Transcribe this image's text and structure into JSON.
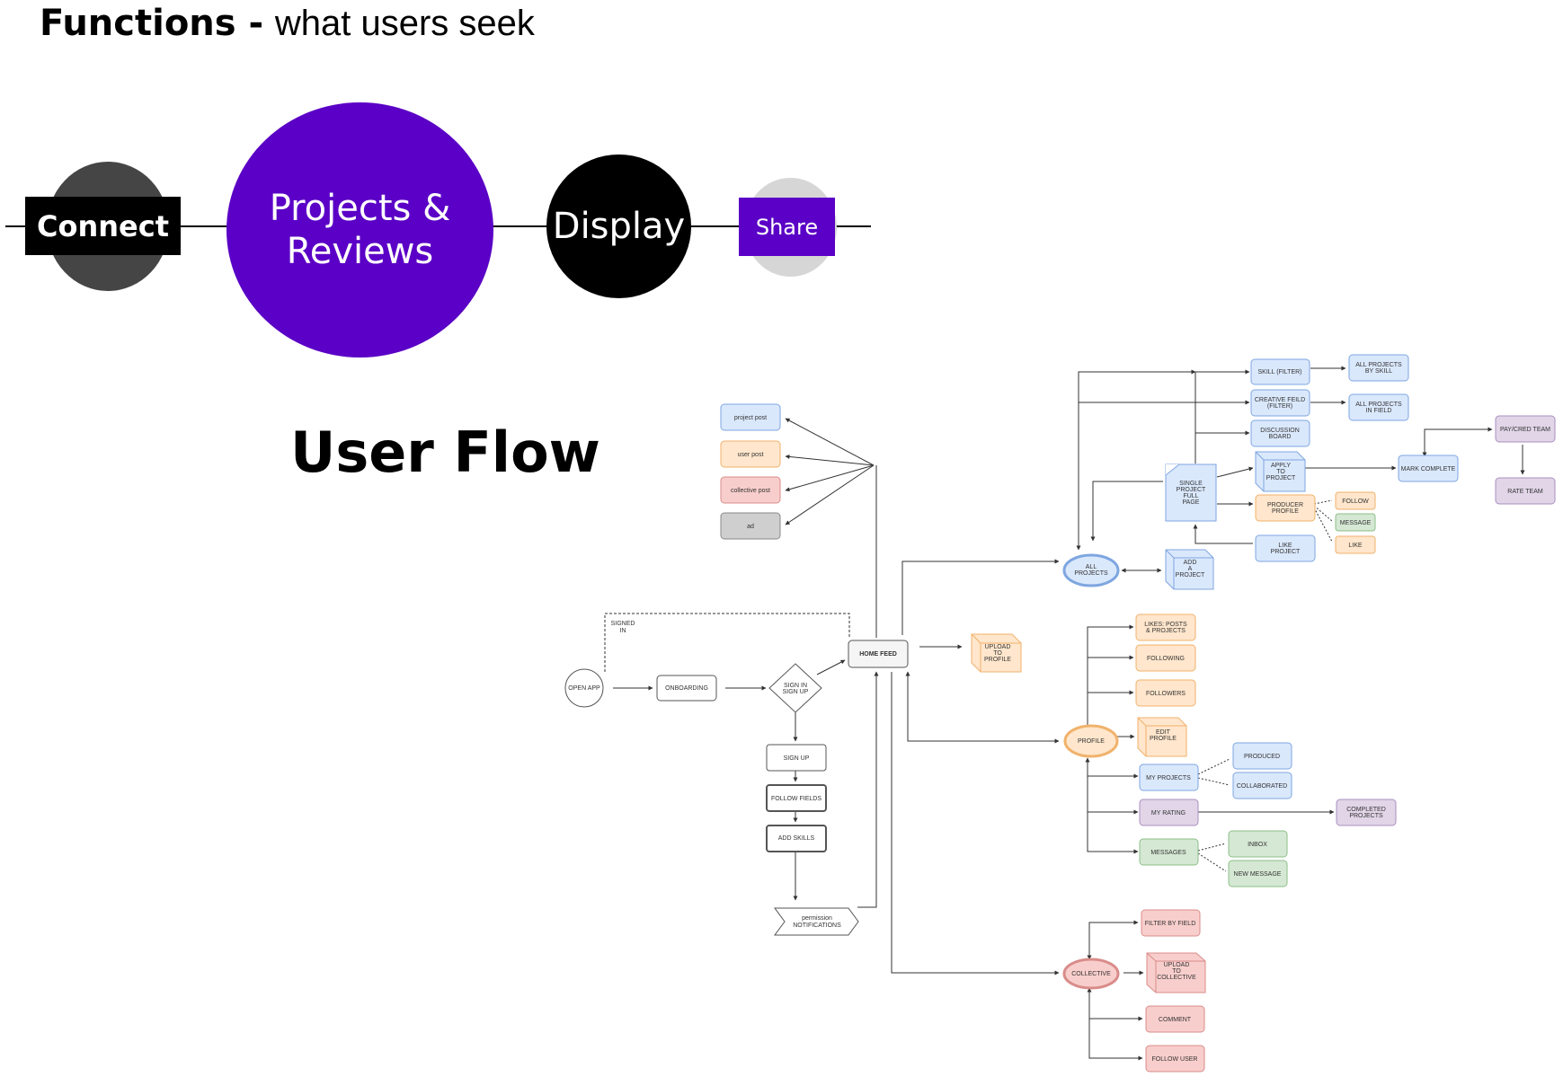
{
  "header": {
    "title_bold": "Functions -",
    "title_light": "what users seek"
  },
  "functions": {
    "connect": "Connect",
    "projects_line1": "Projects &",
    "projects_line2": "Reviews",
    "display": "Display",
    "share": "Share"
  },
  "colors": {
    "purple": "#5b00c6",
    "dark_gray": "#454545",
    "light_gray": "#d6d6d6",
    "black": "#000000"
  },
  "user_flow": {
    "title": "User Flow",
    "post_types": {
      "project_post": "project post",
      "user_post": "user post",
      "collective_post": "collective post",
      "ad": "ad"
    },
    "entry": {
      "open_app": "OPEN APP",
      "onboarding": "ONBOARDING",
      "sign_in": "SIGN IN",
      "sign_up_short": "SIGN UP",
      "signed": "SIGNED",
      "in": "IN",
      "sign_up": "SIGN UP",
      "follow_fields": "FOLLOW FIELDS",
      "add_skills": "ADD SKILLS",
      "permission": "permission",
      "notifications": "NOTIFICATIONS",
      "home_feed": "HOME FEED",
      "upload": "UPLOAD",
      "to": "TO",
      "profile": "PROFILE"
    },
    "projects": {
      "skill_filter": "SKILL (FILTER)",
      "all_projects": "ALL PROJECTS",
      "by_skill": "BY SKILL",
      "creative_field": "CREATIVE FEILD",
      "filter_paren": "(FILTER)",
      "in_field": "IN FIELD",
      "discussion": "DISCUSSION",
      "board": "BOARD",
      "apply": "APPLY",
      "to": "TO",
      "project": "PROJECT",
      "mark_complete": "MARK COMPLETE",
      "pay_cred_team": "PAY/CRED TEAM",
      "rate_team": "RATE TEAM",
      "single": "SINGLE",
      "full": "FULL",
      "page": "PAGE",
      "producer": "PRODUCER",
      "profile": "PROFILE",
      "follow": "FOLLOW",
      "message": "MESSAGE",
      "like": "LIKE",
      "like_project": "LIKE",
      "all": "ALL",
      "projects": "PROJECTS",
      "add": "ADD",
      "a": "A"
    },
    "profile": {
      "likes": "LIKES: POSTS",
      "and_projects": "& PROJECTS",
      "following": "FOLLOWING",
      "followers": "FOLLOWERS",
      "profile": "PROFILE",
      "edit": "EDIT",
      "my_projects": "MY PROJECTS",
      "produced": "PRODUCED",
      "collaborated": "COLLABORATED",
      "my_rating": "MY RATING",
      "completed": "COMPLETED",
      "projects": "PROJECTS",
      "messages": "MESSAGES",
      "inbox": "INBOX",
      "new_message": "NEW MESSAGE"
    },
    "collective": {
      "collective": "COLLECTIVE",
      "filter_by_field": "FILTER BY FIELD",
      "upload": "UPLOAD",
      "to": "TO",
      "collective_node": "COLLECTIVE",
      "comment": "COMMENT",
      "follow_user": "FOLLOW USER"
    }
  }
}
